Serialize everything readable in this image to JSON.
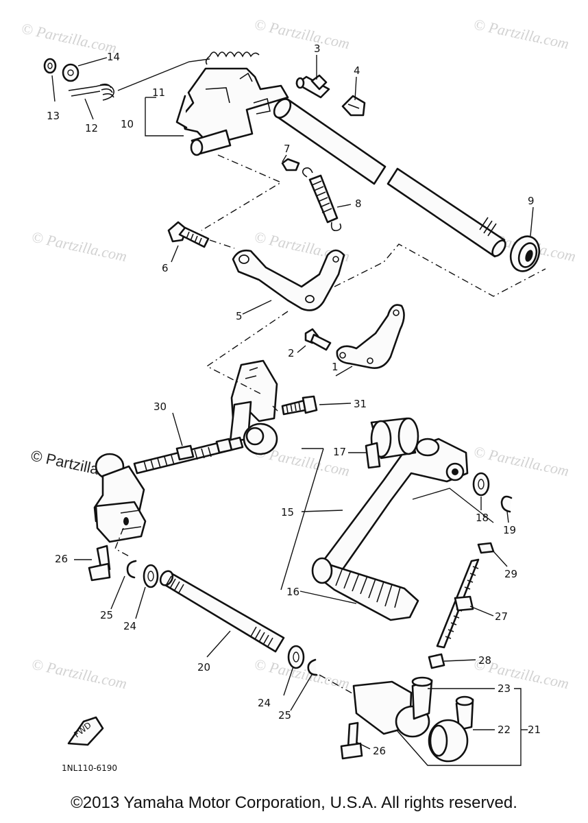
{
  "watermark": {
    "text": "© Partzilla.com",
    "dark_text": "© Partzilla.com"
  },
  "callouts": [
    "1",
    "2",
    "3",
    "4",
    "5",
    "6",
    "7",
    "8",
    "9",
    "10",
    "11",
    "12",
    "13",
    "14",
    "15",
    "16",
    "17",
    "18",
    "19",
    "20",
    "21",
    "22",
    "23",
    "24",
    "25",
    "26",
    "27",
    "28",
    "29",
    "30",
    "31"
  ],
  "fwd_label": "FWD",
  "diagram_code": "1NL110-6190",
  "copyright": "©2013 Yamaha Motor Corporation, U.S.A. All rights reserved."
}
